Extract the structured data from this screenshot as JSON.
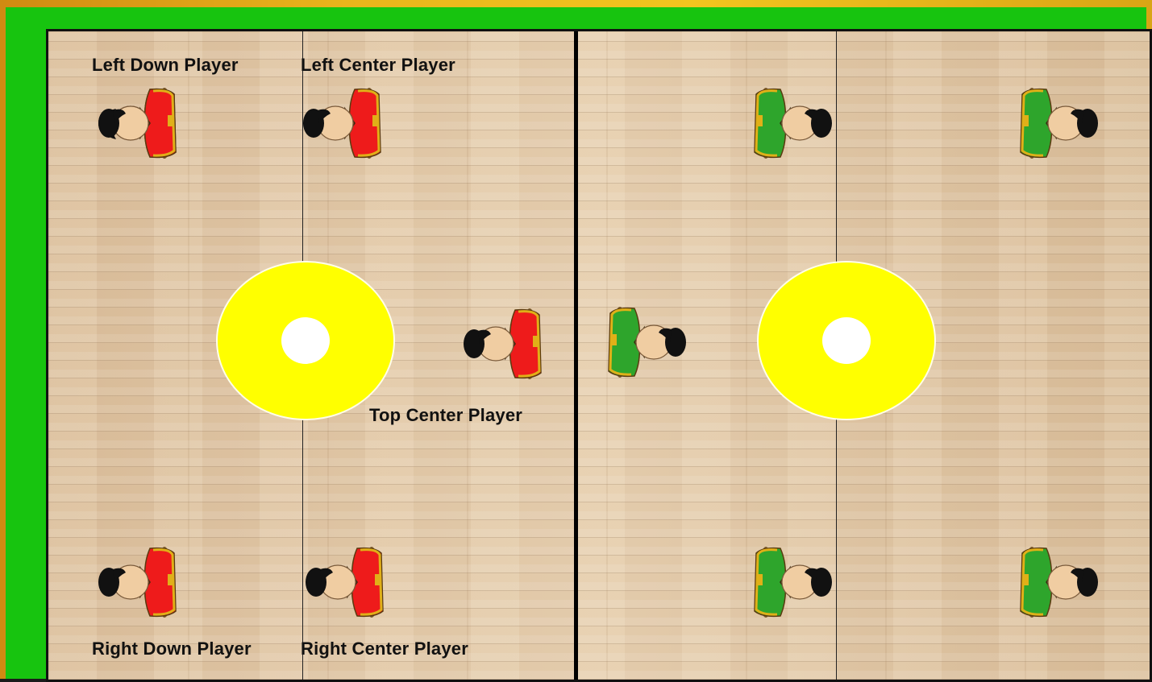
{
  "labels": {
    "left_down": "Left Down Player",
    "left_center": "Left Center Player",
    "top_center": "Top Center Player",
    "right_down": "Right Down Player",
    "right_center": "Right Center Player"
  },
  "colors": {
    "frame": "#17c40f",
    "court": "#dcc09e",
    "circle": "#ffff00",
    "team_left": "#ee1b1b",
    "team_right": "#2ea52c",
    "trim": "#e0b018"
  },
  "teams": [
    {
      "side": "left",
      "jersey": "red",
      "players": 5,
      "facing": "left"
    },
    {
      "side": "right",
      "jersey": "green",
      "players": 5,
      "facing": "right"
    }
  ]
}
